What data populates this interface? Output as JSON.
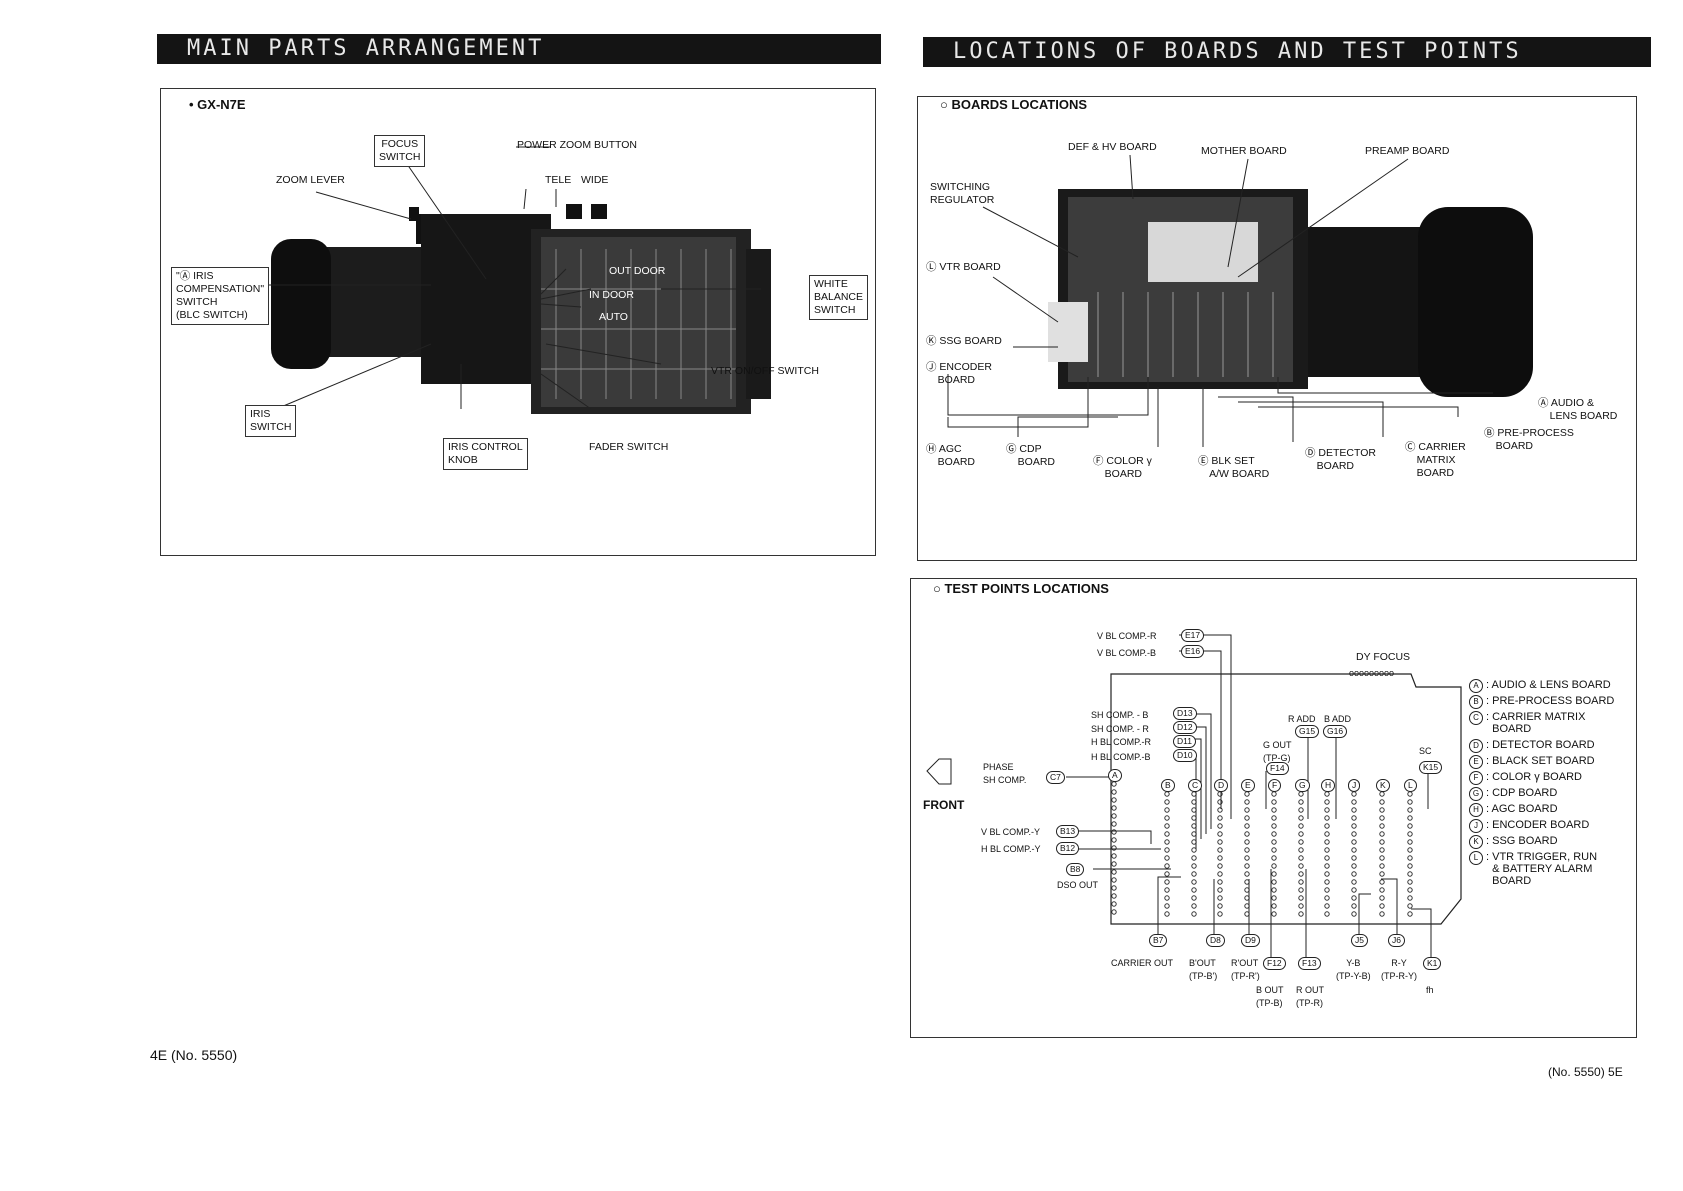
{
  "headers": {
    "left": "MAIN PARTS ARRANGEMENT",
    "right": "LOCATIONS OF BOARDS AND TEST POINTS"
  },
  "left_panel": {
    "model": "• GX-N7E",
    "labels": {
      "focus_switch": "FOCUS\nSWITCH",
      "power_zoom": "POWER ZOOM BUTTON",
      "zoom_lever": "ZOOM LEVER",
      "tele": "TELE",
      "wide": "WIDE",
      "iris_comp": "\"Ⓐ IRIS\nCOMPENSATION\"\nSWITCH\n(BLC SWITCH)",
      "white_balance": "WHITE\nBALANCE\nSWITCH",
      "out_door": "OUT DOOR",
      "in_door": "IN DOOR",
      "auto": "AUTO",
      "vtr_switch": "VTR ON/OFF SWITCH",
      "iris_switch": "IRIS\nSWITCH",
      "iris_knob": "IRIS CONTROL\nKNOB",
      "fader": "FADER SWITCH"
    }
  },
  "boards_panel": {
    "title": "○  BOARDS LOCATIONS",
    "labels": {
      "def_hv": "DEF & HV BOARD",
      "mother": "MOTHER BOARD",
      "preamp": "PREAMP BOARD",
      "switching": "SWITCHING\nREGULATOR",
      "vtr": "Ⓛ VTR BOARD",
      "ssg": "Ⓚ SSG BOARD",
      "encoder": "Ⓙ ENCODER\n    BOARD",
      "audio": "Ⓐ AUDIO &\n    LENS BOARD",
      "preprocess": "Ⓑ PRE-PROCESS\n    BOARD",
      "agc": "Ⓗ AGC\n    BOARD",
      "cdp": "Ⓖ CDP\n    BOARD",
      "colorg": "Ⓕ COLOR γ\n    BOARD",
      "blkset": "Ⓔ BLK SET\n    A/W BOARD",
      "detector": "Ⓓ DETECTOR\n    BOARD",
      "carrier": "Ⓒ CARRIER\n    MATRIX\n    BOARD"
    }
  },
  "testpoints_panel": {
    "title": "○  TEST POINTS LOCATIONS",
    "front": "FRONT",
    "dy_focus": "DY FOCUS",
    "labels": {
      "vblr": "V BL COMP.-R",
      "vblb": "V BL COMP.-B",
      "shb": "SH COMP. - B",
      "shr": "SH COMP. - R",
      "hblr": "H BL COMP.-R",
      "hblb": "H BL COMP.-B",
      "phase": "PHASE\nSH COMP.",
      "vbly": "V BL COMP.-Y",
      "hbly": "H BL COMP.-Y",
      "dso": "DSO OUT",
      "radd": "R ADD",
      "badd": "B ADD",
      "gout": "G OUT\n(TP-G)",
      "sc": "SC",
      "carrier_out": "CARRIER OUT",
      "bout_d": "B'OUT\n(TP-B')",
      "rout_d": "R'OUT\n(TP-R')",
      "bout": "B OUT\n(TP-B)",
      "rout": "R OUT\n(TP-R)",
      "yb": "Y-B\n(TP-Y-B)",
      "ry": "R-Y\n(TP-R-Y)",
      "fh": "fh"
    },
    "tps": [
      "E17",
      "E16",
      "D13",
      "D12",
      "D11",
      "D10",
      "C7",
      "B13",
      "B12",
      "B8",
      "G15",
      "G16",
      "F14",
      "K15",
      "B7",
      "D8",
      "D9",
      "F12",
      "F13",
      "J5",
      "J6",
      "K1"
    ],
    "columns": [
      "A",
      "B",
      "C",
      "D",
      "E",
      "F",
      "G",
      "H",
      "J",
      "K",
      "L"
    ],
    "legend": [
      {
        "k": "A",
        "t": ": AUDIO & LENS BOARD"
      },
      {
        "k": "B",
        "t": ": PRE-PROCESS BOARD"
      },
      {
        "k": "C",
        "t": ": CARRIER MATRIX\n  BOARD"
      },
      {
        "k": "D",
        "t": ": DETECTOR BOARD"
      },
      {
        "k": "E",
        "t": ": BLACK SET BOARD"
      },
      {
        "k": "F",
        "t": ": COLOR γ BOARD"
      },
      {
        "k": "G",
        "t": ": CDP BOARD"
      },
      {
        "k": "H",
        "t": ": AGC BOARD"
      },
      {
        "k": "J",
        "t": ": ENCODER BOARD"
      },
      {
        "k": "K",
        "t": ": SSG BOARD"
      },
      {
        "k": "L",
        "t": ": VTR TRIGGER, RUN\n  & BATTERY ALARM\n  BOARD"
      }
    ]
  },
  "page_left": "4E (No. 5550)",
  "page_right": "(No. 5550) 5E"
}
